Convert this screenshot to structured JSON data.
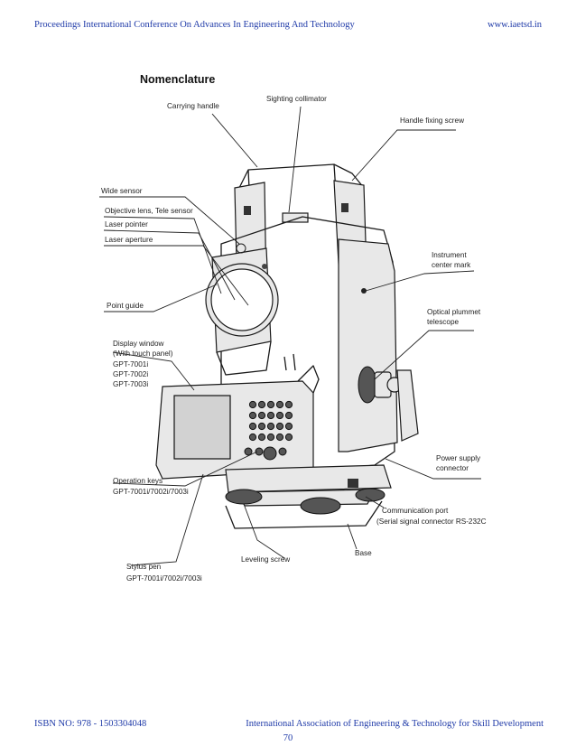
{
  "header": {
    "left": "Proceedings International Conference On Advances In  Engineering And Technology",
    "right": "www.iaetsd.in"
  },
  "figure": {
    "title": "Nomenclature",
    "labels": {
      "carrying_handle": "Carrying handle",
      "sighting_collimator": "Sighting collimator",
      "handle_fixing_screw": "Handle fixing screw",
      "wide_sensor": "Wide sensor",
      "objective_lens": "Objective lens, Tele sensor",
      "laser_pointer": "Laser pointer",
      "laser_aperture": "Laser aperture",
      "instrument_center_mark_1": "Instrument",
      "instrument_center_mark_2": "center mark",
      "point_guide": "Point guide",
      "optical_plummet_1": "Optical plummet",
      "optical_plummet_2": "telescope",
      "display_window_1": "Display window",
      "display_window_2": "(With touch panel)",
      "gpt_7001i": "GPT-7001i",
      "gpt_7002i": "GPT-7002i",
      "gpt_7003i": "GPT-7003i",
      "power_supply_1": "Power supply",
      "power_supply_2": "connector",
      "operation_keys_1": "Operation keys",
      "operation_keys_2": "GPT-7001i/7002i/7003i",
      "communication_port_1": "Communication port",
      "communication_port_2": "(Serial signal connector RS-232C",
      "base": "Base",
      "leveling_screw": "Leveling screw",
      "stylus_pen_1": "Stylus pen",
      "stylus_pen_2": "GPT-7001i/7002i/7003i"
    }
  },
  "footer": {
    "left": "ISBN NO: 978 - 1503304048",
    "right": "International Association of Engineering & Technology for Skill Development",
    "page": "70"
  }
}
